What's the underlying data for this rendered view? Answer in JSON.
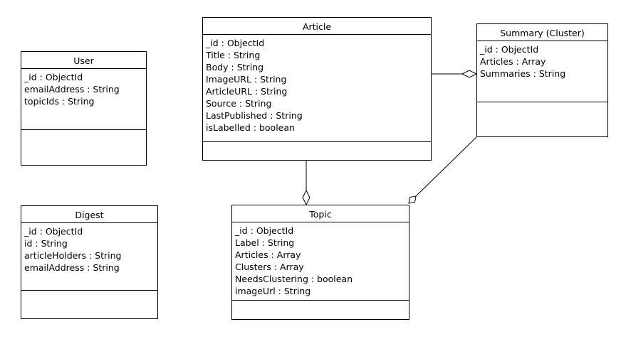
{
  "diagram": {
    "classes": {
      "user": {
        "name": "User",
        "attributes": [
          "_id : ObjectId",
          "emailAddress : String",
          "topicIds : String"
        ]
      },
      "digest": {
        "name": "Digest",
        "attributes": [
          "_id : ObjectId",
          "id : String",
          "articleHolders : String",
          "emailAddress : String"
        ]
      },
      "article": {
        "name": "Article",
        "attributes": [
          "_id : ObjectId",
          "Title : String",
          "Body : String",
          "ImageURL : String",
          "ArticleURL : String",
          "Source : String",
          "LastPublished : String",
          "isLabelled : boolean"
        ]
      },
      "summary": {
        "name": "Summary (Cluster)",
        "attributes": [
          "_id : ObjectId",
          "Articles : Array",
          "Summaries : String"
        ]
      },
      "topic": {
        "name": "Topic",
        "attributes": [
          "_id : ObjectId",
          "Label : String",
          "Articles : Array",
          "Clusters : Array",
          "NeedsClustering : boolean",
          "imageUrl : String"
        ]
      }
    },
    "associations": [
      {
        "from": "article",
        "to": "summary",
        "type": "aggregation",
        "diamond_at": "summary"
      },
      {
        "from": "article",
        "to": "topic",
        "type": "aggregation",
        "diamond_at": "topic"
      },
      {
        "from": "summary",
        "to": "topic",
        "type": "aggregation",
        "diamond_at": "topic"
      }
    ]
  }
}
